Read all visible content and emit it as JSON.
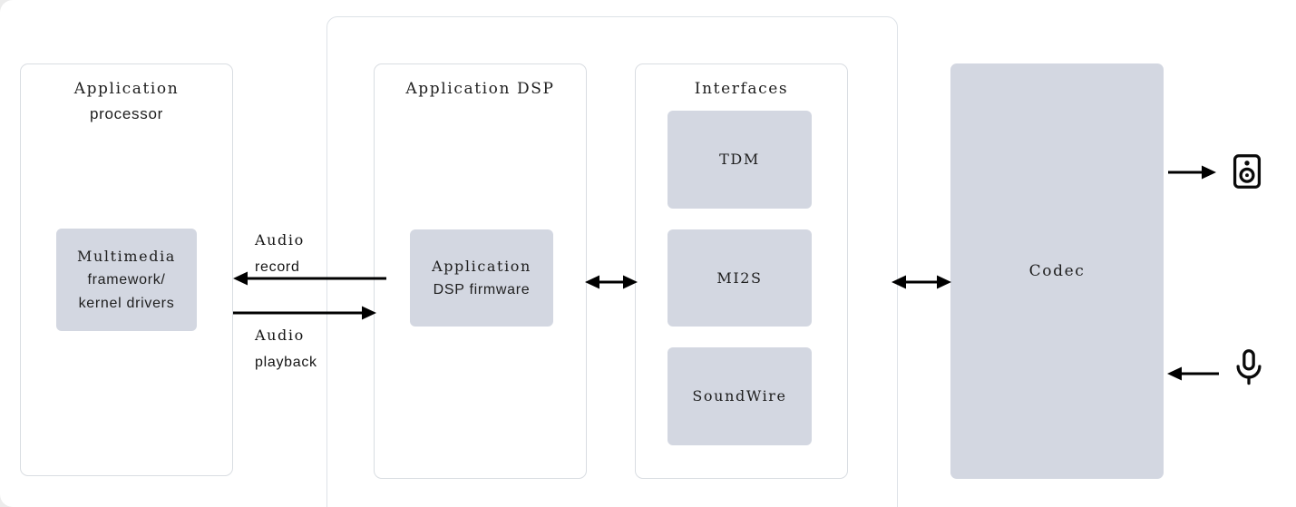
{
  "app_processor": {
    "title_lines": [
      "Application",
      "processor"
    ],
    "multimedia_lines": [
      "Multimedia",
      "framework/",
      "kernel drivers"
    ]
  },
  "app_dsp": {
    "title": "Application DSP",
    "firmware_lines": [
      "Application",
      "DSP firmware"
    ]
  },
  "interfaces": {
    "title": "Interfaces",
    "items": [
      "TDM",
      "MI2S",
      "SoundWire"
    ]
  },
  "codec": {
    "label": "Codec"
  },
  "arrow_labels": {
    "record_lines": [
      "Audio",
      "record"
    ],
    "playback_lines": [
      "Audio",
      "playback"
    ]
  },
  "icons": {
    "output": "speaker-icon",
    "input": "microphone-icon"
  },
  "colors": {
    "box_fill": "#d3d7e1",
    "outline_border": "#d9dde2",
    "arrow": "#000000",
    "text": "#1e1e1e"
  }
}
